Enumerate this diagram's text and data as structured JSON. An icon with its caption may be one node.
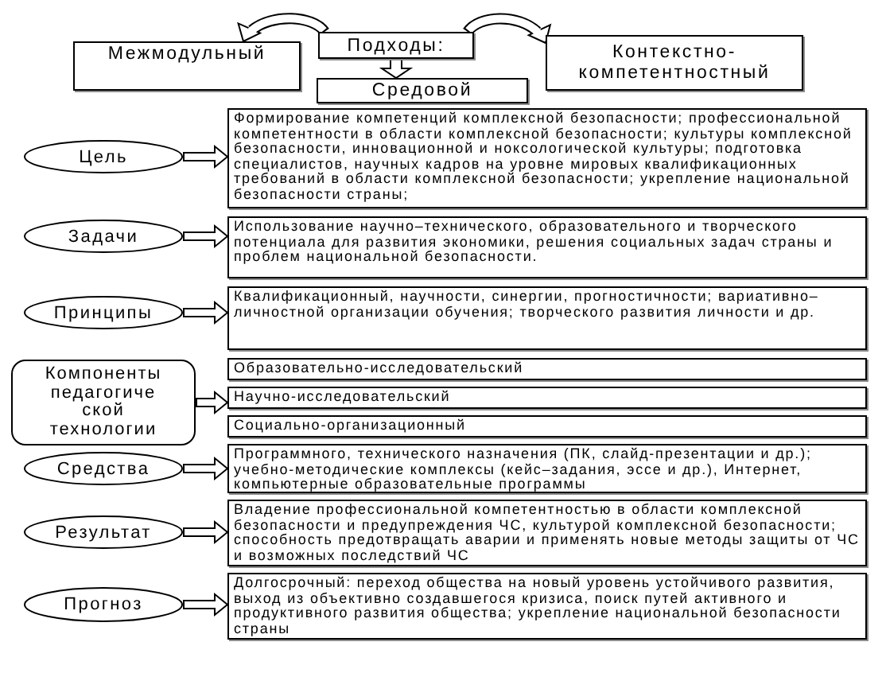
{
  "diagram": {
    "nodes": [
      {
        "text": [
          "Подходы:"
        ]
      },
      {
        "text": [
          "Межмодульный"
        ]
      },
      {
        "text": [
          "Контекстно-компетентностный"
        ]
      },
      {
        "text": [
          "Средовой"
        ]
      },
      {
        "text": [
          "Цель"
        ]
      },
      {
        "text": [
          "Формирование компетенций комплексной безопасности; профессиональной компетентности в области комплексной безопасности; культуры комплексной безопасности, инновационной и ноксологической культуры; подготовка специалистов, научных кадров на уровне мировых квалификационных требований в области комплексной безопасности; укрепление национальной безопасности страны;"
        ]
      },
      {
        "text": [
          "Задачи"
        ]
      },
      {
        "text": [
          "Использование научно–технического, образовательного и творческого потенциала для развития экономики, решения социальных задач страны и проблем национальной безопасности."
        ]
      },
      {
        "text": [
          "Принципы"
        ]
      },
      {
        "text": [
          "Квалификационный, научности, синергии, прогностичности; вариативно–личностной организации обучения; творческого развития личности и др."
        ]
      },
      {
        "text": [
          "Компоненты педагогиче ской технологии"
        ]
      },
      {
        "text": [
          "Образовательно-исследовательский"
        ]
      },
      {
        "text": [
          "Научно-исследовательский"
        ]
      },
      {
        "text": [
          "Социально-организационный"
        ]
      },
      {
        "text": [
          "Средства"
        ]
      },
      {
        "text": [
          "Программного, технического назначения (ПК, слайд-презентации и др.); учебно-методические комплексы (кейс–задания, эссе и др.), Интернет, компьютерные образовательные программы"
        ]
      },
      {
        "text": [
          "Результат"
        ]
      },
      {
        "text": [
          "Владение профессиональной компетентностью в области комплексной безопасности и предупреждения ЧС, культурой комплексной безопасности; способность предотвращать аварии и применять новые методы защиты от ЧС и возможных последствий ЧС"
        ]
      },
      {
        "text": [
          "Прогноз"
        ]
      },
      {
        "text": [
          "Долгосрочный: переход общества на новый уровень устойчивого развития, выход из объективно создавшегося кризиса, поиск путей активного и продуктивного развития общества; укрепление национальной безопасности страны"
        ]
      }
    ],
    "edges": [
      {
        "from": 0,
        "to": 1,
        "arrow": "to"
      },
      {
        "from": 0,
        "to": 2,
        "arrow": "to"
      },
      {
        "from": 0,
        "to": 3,
        "arrow": "to"
      },
      {
        "from": 4,
        "to": 5,
        "arrow": "to"
      },
      {
        "from": 6,
        "to": 7,
        "arrow": "to"
      },
      {
        "from": 8,
        "to": 9,
        "arrow": "to"
      },
      {
        "from": 10,
        "to": 12,
        "arrow": "to"
      },
      {
        "from": 14,
        "to": 15,
        "arrow": "to"
      },
      {
        "from": 16,
        "to": 17,
        "arrow": "to"
      },
      {
        "from": 18,
        "to": 19,
        "arrow": "to"
      }
    ]
  }
}
